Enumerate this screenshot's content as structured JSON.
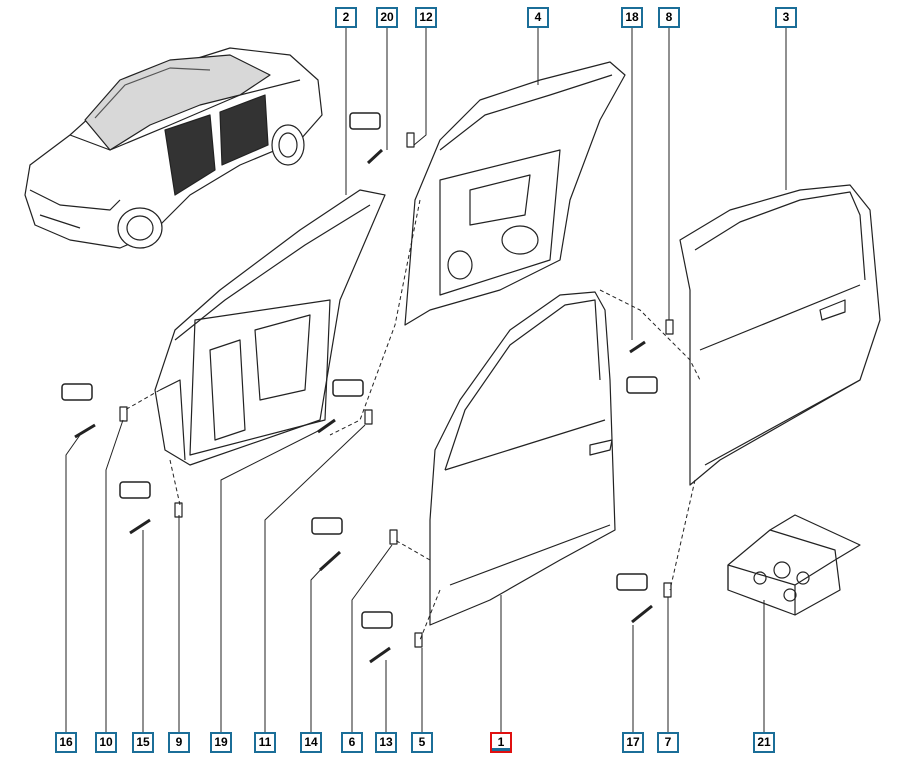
{
  "diagram": {
    "selected_part": "1",
    "colors": {
      "callout_border": "#1b6e98",
      "selected_border": "#e01010",
      "line": "#222222"
    },
    "callouts_top": [
      "2",
      "20",
      "12",
      "4",
      "18",
      "8",
      "3"
    ],
    "callouts_bottom": [
      "16",
      "10",
      "15",
      "9",
      "19",
      "11",
      "14",
      "6",
      "13",
      "5",
      "1",
      "17",
      "7",
      "21"
    ]
  }
}
